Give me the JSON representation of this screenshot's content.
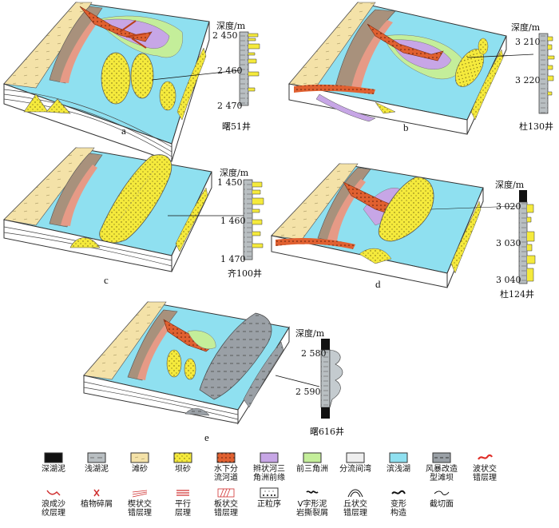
{
  "panels": [
    {
      "id": "a",
      "caption": "a",
      "well": "曙51井",
      "depth_label": "深度/m",
      "depths": [
        "2 450",
        "2 460",
        "2 470"
      ]
    },
    {
      "id": "b",
      "caption": "b",
      "well": "杜130井",
      "depth_label": "深度/m",
      "depths": [
        "3 210",
        "3 220"
      ]
    },
    {
      "id": "c",
      "caption": "c",
      "well": "齐100井",
      "depth_label": "深度/m",
      "depths": [
        "1 450",
        "1 460",
        "1 470"
      ]
    },
    {
      "id": "d",
      "caption": "d",
      "well": "杜124井",
      "depth_label": "深度/m",
      "depths": [
        "3 020",
        "3 030",
        "3 040"
      ]
    },
    {
      "id": "e",
      "caption": "e",
      "well": "曙616井",
      "depth_label": "深度/m",
      "depths": [
        "2 580",
        "2 590"
      ]
    }
  ],
  "legend": {
    "row1": [
      {
        "name": "deep-lake-mud",
        "label": "深湖泥"
      },
      {
        "name": "shallow-lake-mud",
        "label": "浅湖泥"
      },
      {
        "name": "beach-sand",
        "label": "滩砂"
      },
      {
        "name": "bar-sand",
        "label": "坝砂"
      },
      {
        "name": "underwater-distributary-channel",
        "label": "水下分\n流河道"
      },
      {
        "name": "braided-delta-front",
        "label": "辫状河三\n角洲前缘"
      },
      {
        "name": "prodelta",
        "label": "前三角洲"
      },
      {
        "name": "interdistributary-bay",
        "label": "分流间湾"
      },
      {
        "name": "shore-shallow-lake",
        "label": "滨浅湖"
      },
      {
        "name": "storm-reworked-bar",
        "label": "风暴改造\n型滩坝"
      },
      {
        "name": "wavy-cross-bedding",
        "label": "波状交\n错层理"
      }
    ],
    "row2": [
      {
        "name": "wave-ripple-lamination",
        "label": "浪成沙\n纹层理"
      },
      {
        "name": "plant-debris",
        "label": "植物碎屑"
      },
      {
        "name": "wedge-cross-bedding",
        "label": "楔状交\n错层理"
      },
      {
        "name": "parallel-bedding",
        "label": "平行\n层理"
      },
      {
        "name": "tabular-cross-bedding",
        "label": "板状交\n错层理"
      },
      {
        "name": "normal-grading",
        "label": "正粒序"
      },
      {
        "name": "v-shaped-mud-tear",
        "label": "V字形泥\n岩撕裂屑"
      },
      {
        "name": "hummocky-cross-bedding",
        "label": "丘状交\n错层理"
      },
      {
        "name": "deformation-structure",
        "label": "变形\n构造"
      },
      {
        "name": "truncation-surface",
        "label": "截切面"
      }
    ]
  },
  "colors": {
    "lake": "#8fe0f0",
    "beach": "#f4e2a8",
    "bar": "#f5ea3c",
    "channel": "#e06030",
    "delta_front": "#c7a6e6",
    "prodelta": "#c4ee9a",
    "shore_brown": "#a8917c",
    "pink": "#e69a86",
    "shallow_mud": "#b9bfc2",
    "deep_mud": "#111111",
    "side": "#ffffff"
  }
}
